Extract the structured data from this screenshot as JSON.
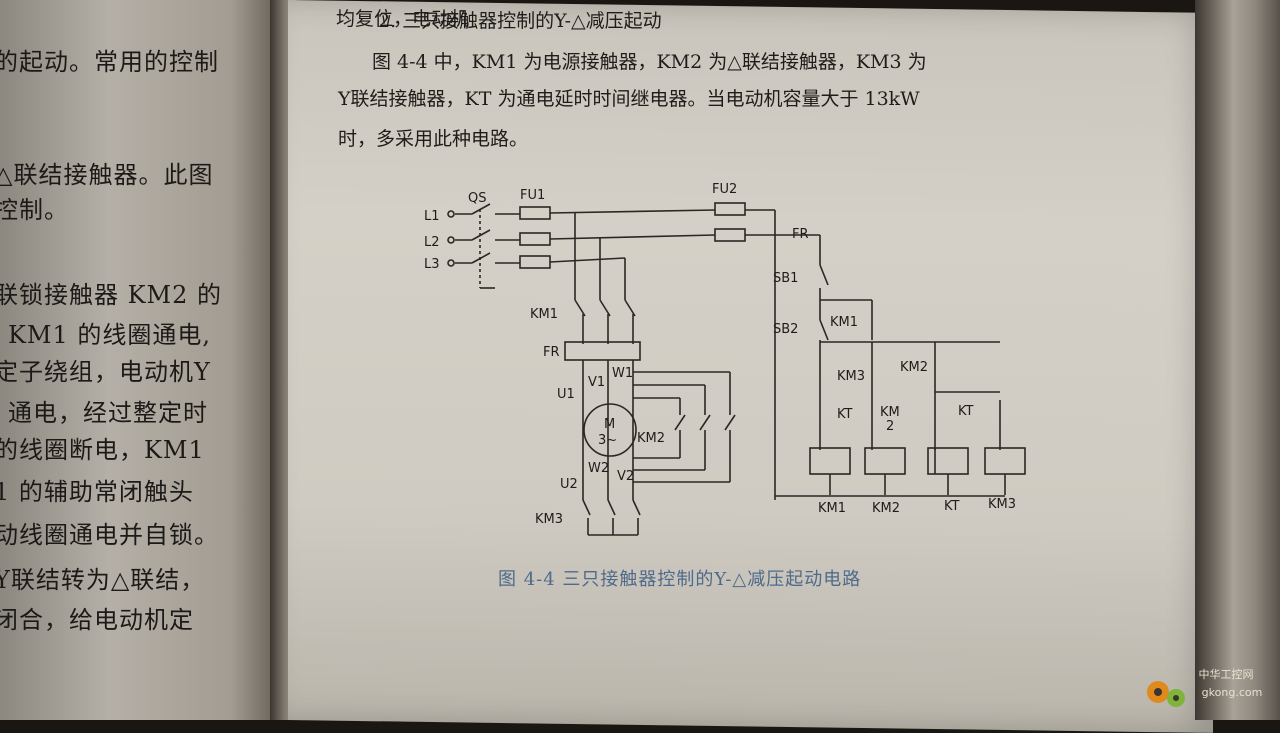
{
  "left_page": {
    "lines": [
      "的起动。常用的控制",
      "△联结接触器。此图",
      "控制。",
      "联锁接触器 KM2 的",
      "KM1 的线圈通电,",
      "定子绕组，电动机Y",
      "通电，经过整定时",
      "的线圈断电，KM1",
      "1 的辅助常闭触头",
      "动线圈通电并自锁。",
      "Y联结转为△联结，",
      "闭合，给电动机定"
    ]
  },
  "main_text": {
    "line0": "均复位，电动机",
    "heading": "2. 三只接触器控制的Y-△减压起动",
    "para_line1": "图 4-4 中，KM1 为电源接触器，KM2 为△联结接触器，KM3 为",
    "para_line2": "Y联结接触器，KT 为通电延时时间继电器。当电动机容量大于 13kW",
    "para_line3": "时，多采用此种电路。"
  },
  "diagram": {
    "labels": {
      "qs": "QS",
      "fu1": "FU1",
      "fu2": "FU2",
      "l1": "L1",
      "l2": "L2",
      "l3": "L3",
      "km1_main": "KM1",
      "fr_main": "FR",
      "u1": "U1",
      "v1": "V1",
      "w1": "W1",
      "motor_m": "M",
      "motor_3": "3~",
      "km2_main": "KM2",
      "u2": "U2",
      "w2": "W2",
      "v2": "V2",
      "km3_main": "KM3",
      "fr_ctrl": "FR",
      "sb1": "SB1",
      "sb2": "SB2",
      "km1_aux": "KM1",
      "km3_aux": "KM3",
      "km2_aux": "KM2",
      "kt_aux1": "KT",
      "km2_aux2": "KM",
      "km2_aux2_num": "2",
      "kt_aux2": "KT",
      "coil_km1": "KM1",
      "coil_km2": "KM2",
      "coil_kt": "KT",
      "coil_km3": "KM3"
    }
  },
  "caption": "图 4-4   三只接触器控制的Y-△减压起动电路",
  "watermark": {
    "brand": "中华工控网",
    "url": "gkong.com"
  }
}
